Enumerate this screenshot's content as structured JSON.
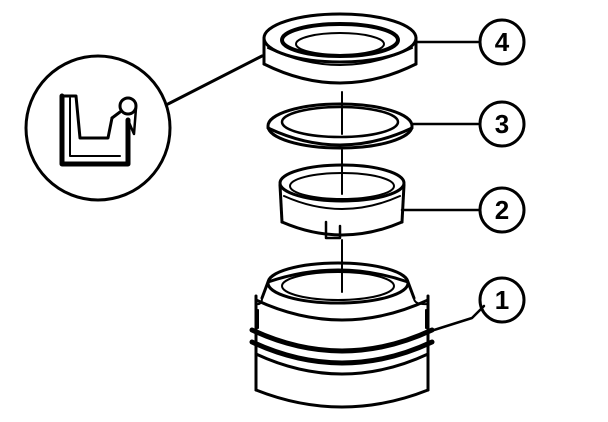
{
  "diagram": {
    "callouts": [
      {
        "id": "1",
        "label": "1"
      },
      {
        "id": "2",
        "label": "2"
      },
      {
        "id": "3",
        "label": "3"
      },
      {
        "id": "4",
        "label": "4"
      }
    ],
    "colors": {
      "ink": "#000000",
      "paper": "#ffffff",
      "shade": "#d9d9d9"
    }
  }
}
